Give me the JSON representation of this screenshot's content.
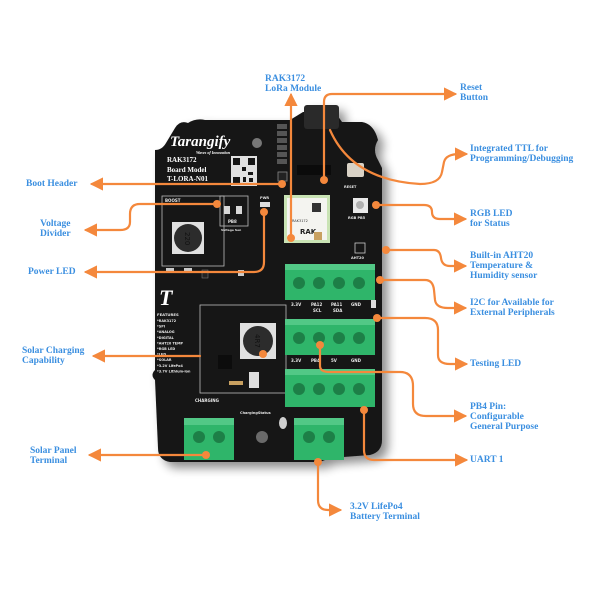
{
  "diagram": {
    "subject": "Tarangify RAK3172 LoRa board annotated diagram",
    "colors": {
      "label_text": "#3b8fe0",
      "callout_line": "#f4883c",
      "pcb": "#141414",
      "terminal_green": "#2fb56a",
      "module_green": "#c9e3b4"
    },
    "board": {
      "brand": "Tarangify",
      "tagline": "Waves of Innovation",
      "model_line1": "RAK3172",
      "model_line2": "Board Model",
      "model_line3": "T-LORA-N01",
      "silk_boost": "BOOST",
      "silk_pb8": "PB8",
      "silk_voltage_sen": "Voltage Sen",
      "silk_pwr": "PWR",
      "silk_reset": "RESET",
      "silk_rgb": "RGB PB5",
      "silk_aht20": "AHT20",
      "silk_charging": "CHARGING",
      "silk_charging_status": "ChargingStatus",
      "inductor1": "220",
      "inductor2": "4R7",
      "module_brand": "RAK",
      "module_model": "RAK3172",
      "i2c_pins": [
        "3.3V",
        "PA12",
        "PA11",
        "GND"
      ],
      "i2c_sub": [
        "",
        "SCL",
        "SDA",
        ""
      ],
      "pb4_pins": [
        "3.3V",
        "PB4",
        "5V",
        "GND"
      ],
      "features_title": "FEATURES",
      "features": [
        "*RAK3172",
        "*SPI",
        "*ANALOG",
        "*DIGITAL",
        "*AHT20 TEMP",
        "*RGB LED",
        "*LED",
        "*SOLAR",
        "*3.2V LifePo4",
        "*3.7V Lithium-ion"
      ]
    },
    "callouts": [
      {
        "id": "rak3172",
        "lines": [
          "RAK3172",
          "LoRa Module"
        ]
      },
      {
        "id": "reset",
        "lines": [
          "Reset",
          "Button"
        ]
      },
      {
        "id": "ttl",
        "lines": [
          "Integrated TTL for",
          "Programming/Debugging"
        ]
      },
      {
        "id": "boot",
        "lines": [
          "Boot Header"
        ]
      },
      {
        "id": "voltage",
        "lines": [
          "Voltage",
          "Divider"
        ]
      },
      {
        "id": "rgb",
        "lines": [
          "RGB LED",
          "for Status"
        ]
      },
      {
        "id": "aht20",
        "lines": [
          "Built-in AHT20",
          "Temperature &",
          "Humidity sensor"
        ]
      },
      {
        "id": "power-led",
        "lines": [
          "Power LED"
        ]
      },
      {
        "id": "i2c",
        "lines": [
          "I2C for Available for",
          "External Peripherals"
        ]
      },
      {
        "id": "solar-charging",
        "lines": [
          "Solar Charging",
          "Capability"
        ]
      },
      {
        "id": "testing-led",
        "lines": [
          "Testing LED"
        ]
      },
      {
        "id": "pb4",
        "lines": [
          "PB4 Pin:",
          "Configurable",
          "General Purpose"
        ]
      },
      {
        "id": "solar-panel",
        "lines": [
          "Solar Panel",
          "Terminal"
        ]
      },
      {
        "id": "uart",
        "lines": [
          "UART 1"
        ]
      },
      {
        "id": "battery",
        "lines": [
          "3.2V LifePo4",
          "Battery Terminal"
        ]
      }
    ]
  }
}
